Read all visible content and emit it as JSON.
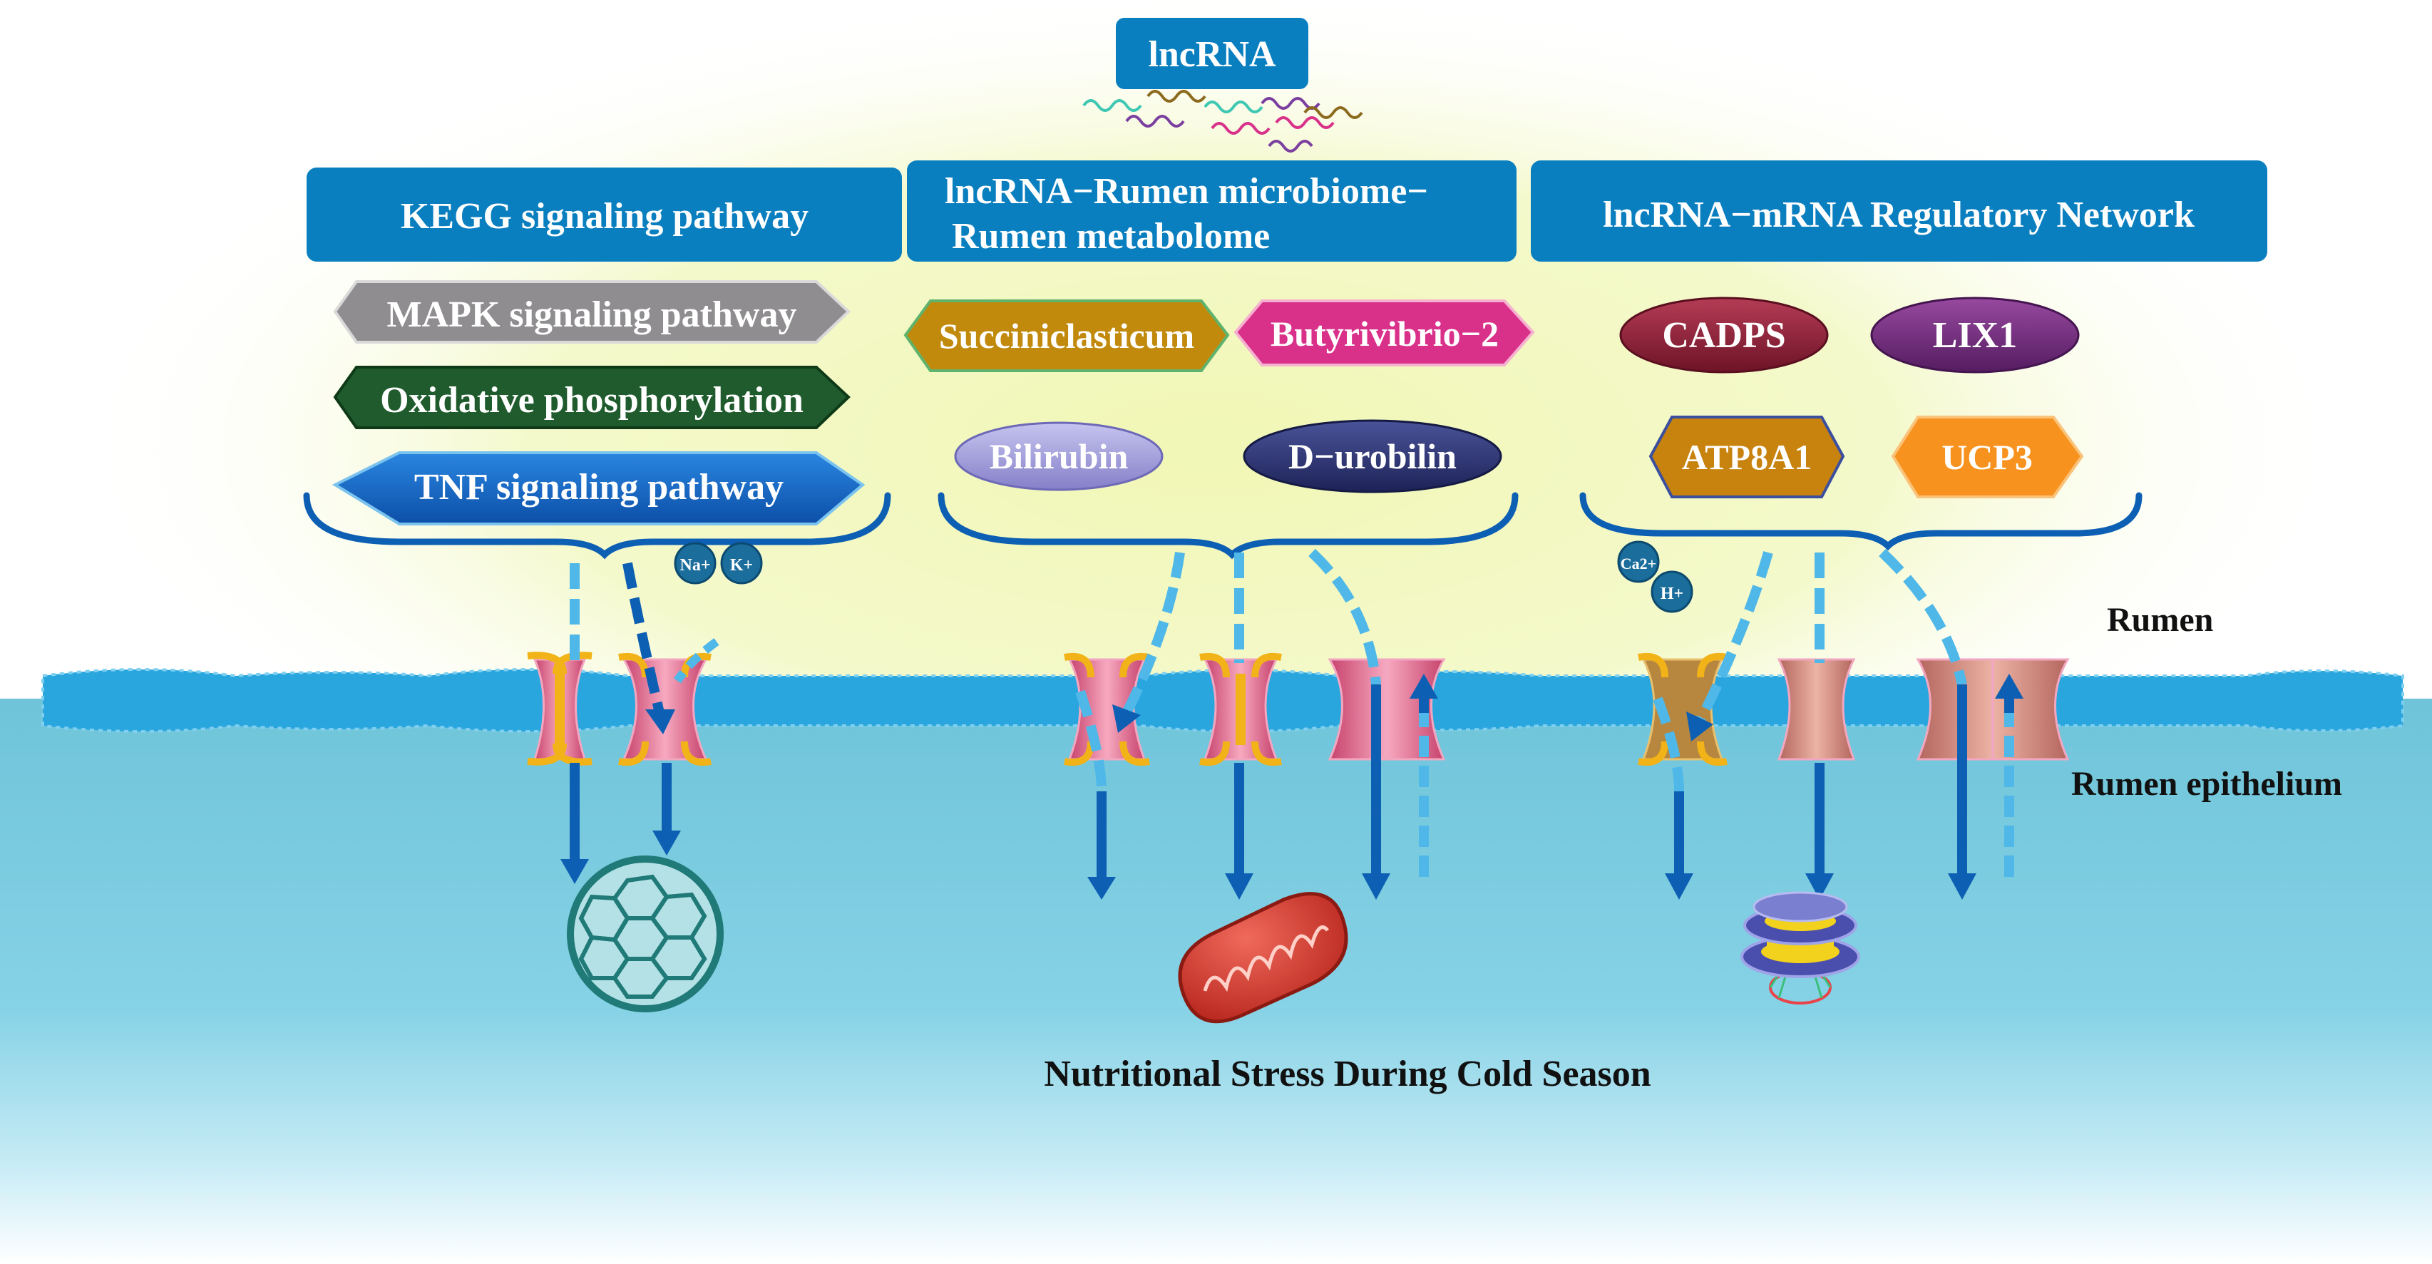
{
  "top_label": "lncRNA",
  "panels": [
    {
      "title": "KEGG signaling pathway",
      "items": [
        "MAPK signaling pathway",
        "Oxidative phosphorylation",
        "TNF signaling pathway"
      ]
    },
    {
      "title_line1": "lncRNA−Rumen microbiome−",
      "title_line2": "Rumen metabolome",
      "items": [
        "Succiniclasticum",
        "Butyrivibrio−2",
        "Bilirubin",
        "D−urobilin"
      ]
    },
    {
      "title": "lncRNA−mRNA Regulatory Network",
      "items": [
        "CADPS",
        "LIX1",
        "ATP8A1",
        "UCP3"
      ]
    }
  ],
  "ions": [
    "Na+",
    "K+",
    "Ca2+",
    "H+"
  ],
  "side_labels": {
    "rumen": "Rumen",
    "epithelium": "Rumen epithelium"
  },
  "bottom_caption": "Nutritional Stress During Cold Season",
  "colors": {
    "header_blue": "#0a7fbf",
    "membrane_blue": "#2aa6df",
    "arrow_dark": "#0d5fb3",
    "arrow_light": "#4fb8e8",
    "mapk_gray": "#8f8d90",
    "oxphos_green": "#1f5b2c",
    "tnf_blue": "#1665c7",
    "succini_gold": "#c28a0c",
    "butyri_pink": "#d9308a",
    "bilirubin_lilac": "#a5a2dc",
    "durobilin_navy": "#2a3271",
    "cadps_maroon": "#8e2238",
    "lix1_purple": "#6f2b7c",
    "atp8a1_gold": "#c8830f",
    "ucp3_orange": "#f7921e"
  }
}
